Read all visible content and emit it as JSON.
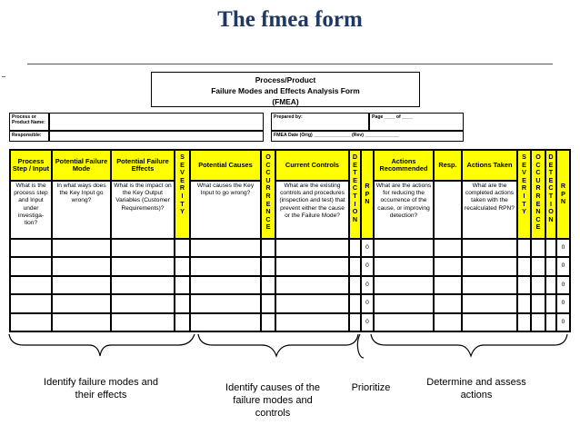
{
  "slide": {
    "title": "The fmea form"
  },
  "form": {
    "title_lines": [
      "Process/Product",
      "Failure Modes and Effects Analysis Form",
      "(FMEA)"
    ],
    "meta": {
      "process_label": "Process or Product Name:",
      "responsible_label": "Responsible:",
      "prepared_by_label": "Prepared by:",
      "page_label": "Page ____ of ____",
      "date_label": "FMEA Date (Orig) ______________ (Rev) _____________"
    }
  },
  "columns": {
    "process_step": "Process Step / Input",
    "failure_mode": "Potential Failure Mode",
    "failure_effects": "Potential Failure Effects",
    "severity": "SEVERITY",
    "causes": "Potential Causes",
    "occurrence": "OCCURRENCE",
    "controls": "Current Controls",
    "detection": "DETECTION",
    "rpn": "RPN",
    "actions": "Actions Recommended",
    "resp": "Resp.",
    "taken": "Actions Taken",
    "severity2": "SEVERITY",
    "occurrence2": "OCCURRENCE",
    "detection2": "DETECTION",
    "rpn2": "RPN"
  },
  "descriptions": {
    "process_step": "What is the process step and Input under investiga-tion?",
    "failure_mode": "In what ways does the Key Input go wrong?",
    "failure_effects": "What is the impact on the Key Output Variables (Customer Requirements)?",
    "causes": "What causes the Key Input to go wrong?",
    "controls": "What are the existing controls and procedures (inspection and test) that prevent either the cause or the Failure Mode?",
    "actions": "What are the actions for reducing the occurrence of the cause, or improving detection?",
    "taken": "What are the completed actions taken with the recalculated RPN?"
  },
  "rows": [
    {
      "rpn": "0",
      "rpn2": "0"
    },
    {
      "rpn": "0",
      "rpn2": "0"
    },
    {
      "rpn": "0",
      "rpn2": "0"
    },
    {
      "rpn": "0",
      "rpn2": "0"
    },
    {
      "rpn": "0",
      "rpn2": "0"
    }
  ],
  "annotations": {
    "group1": "Identify failure modes and their effects",
    "group2": "Identify causes of the failure modes and controls",
    "group3": "Prioritize",
    "group4": "Determine and assess actions"
  }
}
